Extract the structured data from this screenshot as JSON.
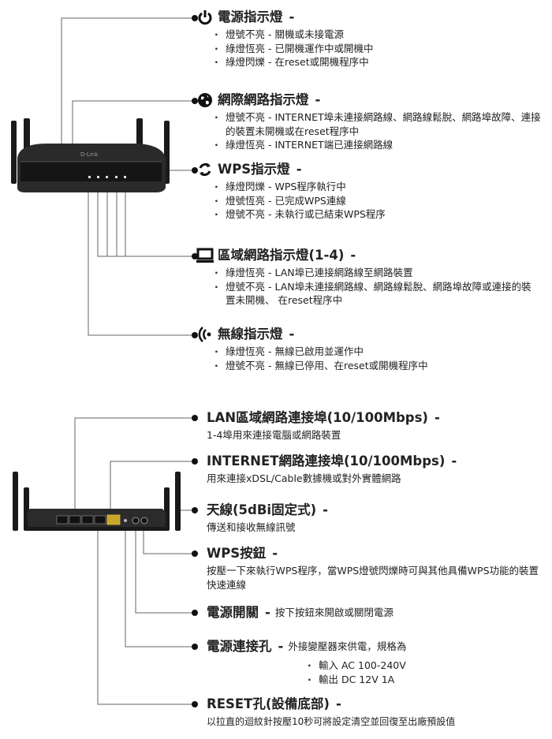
{
  "leds": {
    "power": {
      "title": "電源指示燈",
      "dash": "-",
      "items": [
        "燈號不亮 - 關機或未接電源",
        "綠燈恆亮 - 已開機運作中或開機中",
        "綠燈閃爍 - 在reset或開機程序中"
      ]
    },
    "internet": {
      "title": "網際網路指示燈",
      "dash": "-",
      "items": [
        "燈號不亮 - INTERNET埠未連接網路線、網路線鬆脫、網路埠故障、連接的裝置未開機或在reset程序中",
        "綠燈恆亮 - INTERNET端已連接網路線"
      ]
    },
    "wps": {
      "title": "WPS指示燈",
      "dash": "-",
      "items": [
        "綠燈閃爍 - WPS程序執行中",
        "燈號恆亮 - 已完成WPS連線",
        "燈號不亮 - 未執行或已結束WPS程序"
      ]
    },
    "lan": {
      "title": "區域網路指示燈(1-4)",
      "dash": "-",
      "items": [
        "綠燈恆亮 - LAN埠已連接網路線至網路裝置",
        "燈號不亮 - LAN埠未連接網路線、網路線鬆脫、網路埠故障或連接的裝置未開機、 在reset程序中"
      ]
    },
    "wireless": {
      "title": "無線指示燈",
      "dash": "-",
      "items": [
        "綠燈恆亮 - 無線已啟用並運作中",
        "燈號不亮 - 無線已停用、在reset或開機程序中"
      ]
    }
  },
  "router_brand": "D-Link",
  "ports": {
    "lan": {
      "title": "LAN區域網路連接埠(10/100Mbps)",
      "dash": "-",
      "desc": "1-4埠用來連接電腦或網路裝置"
    },
    "internet": {
      "title": "INTERNET網路連接埠(10/100Mbps)",
      "dash": "-",
      "desc": "用來連接xDSL/Cable數據機或對外實體網路"
    },
    "antenna": {
      "title": "天線(5dBi固定式)",
      "dash": "-",
      "desc": "傳送和接收無線訊號"
    },
    "wps_button": {
      "title": "WPS按鈕",
      "dash": "-",
      "desc": "按壓一下來執行WPS程序，當WPS燈號閃爍時可與其他具備WPS功能的裝置快速連線"
    },
    "power_switch": {
      "title": "電源開關",
      "dash": "-",
      "desc": "按下按鈕來開啟或關閉電源"
    },
    "power_jack": {
      "title": "電源連接孔",
      "dash": "-",
      "desc": "外接變壓器來供電，規格為",
      "items": [
        "輸入 AC 100-240V",
        "輸出 DC 12V 1A"
      ]
    },
    "reset": {
      "title": "RESET孔(設備底部)",
      "dash": "-",
      "desc": "以拉直的迴紋針按壓10秒可將設定清空並回復至出廠預設值"
    }
  }
}
